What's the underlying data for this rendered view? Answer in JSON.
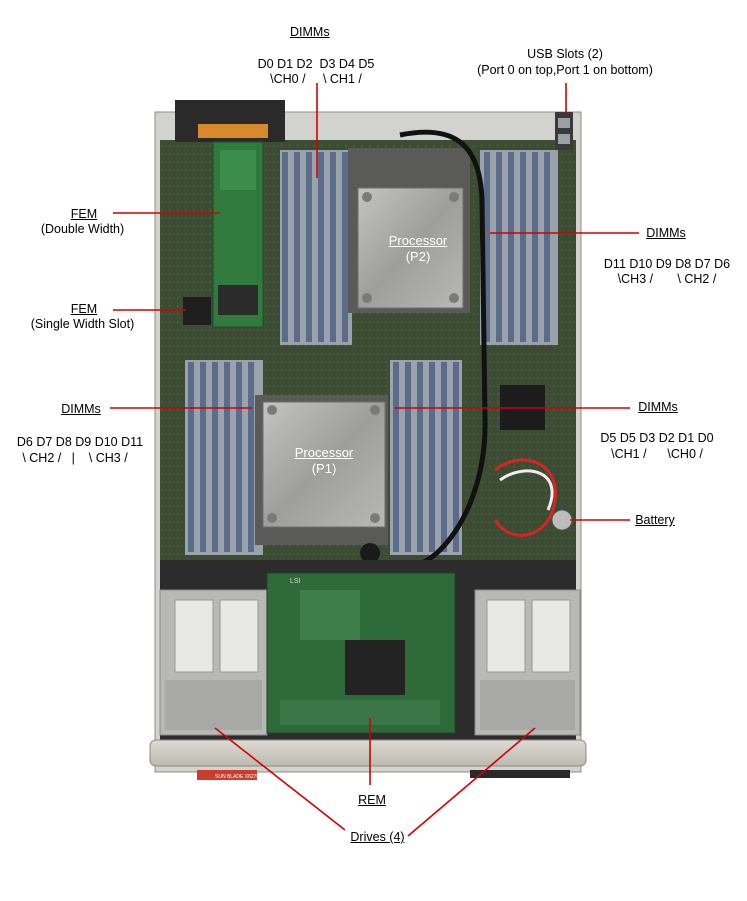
{
  "labels": {
    "dimms_top": {
      "title": "DIMMs",
      "slots": "D0 D1 D2  D3 D4 D5",
      "channels": "\\CH0 /     \\ CH1 /"
    },
    "usb": {
      "title": "USB Slots (2)",
      "note": "(Port 0 on top,Port 1 on bottom)"
    },
    "fem_double": {
      "title": "FEM",
      "note": "(Double Width)"
    },
    "fem_single": {
      "title": "FEM",
      "note": "(Single Width Slot)"
    },
    "dimms_right_top": {
      "title": "DIMMs",
      "slots": "D11 D10 D9 D8 D7 D6",
      "channels": "\\CH3 /       \\ CH2 /"
    },
    "dimms_left": {
      "title": "DIMMs",
      "slots": "D6 D7 D8 D9 D10 D11",
      "channels": "\\ CH2 /   |    \\ CH3 /"
    },
    "dimms_right_mid": {
      "title": "DIMMs",
      "slots": "D5 D5 D3 D2 D1 D0",
      "channels": "\\CH1 /      \\CH0 /"
    },
    "battery": {
      "title": "Battery"
    },
    "rem": {
      "title": "REM"
    },
    "drives": {
      "title": "Drives (4)"
    }
  },
  "components": {
    "processor_p2": {
      "name": "Processor",
      "id": "(P2)"
    },
    "processor_p1": {
      "name": "Processor",
      "id": "(P1)"
    },
    "rem_chip_brand": "LSI",
    "front_tag": "SUN BLADE X6270 M2"
  },
  "colors": {
    "callout": "#d40000",
    "board": "#3d4f35",
    "heatsink": "#a9a9a9",
    "dimm": "#8a97a8",
    "chassis": "#c9c9c4"
  }
}
